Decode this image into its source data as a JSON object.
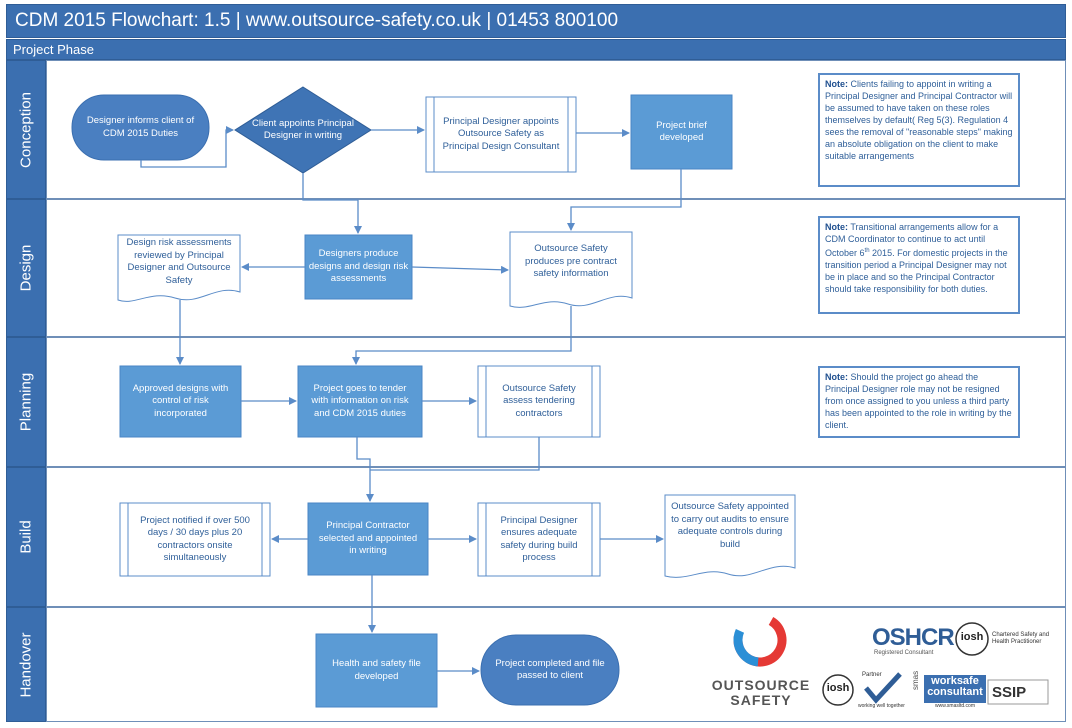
{
  "title": "CDM 2015 Flowchart: 1.5 | www.outsource-safety.co.uk | 01453 800100",
  "phase_header": "Project Phase",
  "lanes": [
    "Conception",
    "Design",
    "Planning",
    "Build",
    "Handover"
  ],
  "nodes": {
    "designer_informs": "Designer informs client of CDM 2015 Duties",
    "client_appoints": "Client appoints Principal Designer in writing",
    "pd_appoints_os": "Principal Designer appoints Outsource Safety as Principal Design Consultant",
    "project_brief": "Project brief developed",
    "design_risk": "Design risk assessments reviewed by Principal Designer and Outsource Safety",
    "designers_produce": "Designers produce designs and design risk assessments",
    "os_pre_contract": "Outsource Safety produces pre contract safety information",
    "approved_designs": "Approved designs with control of risk incorporated",
    "tender": "Project goes to tender with information on risk and CDM 2015 duties",
    "os_assess": "Outsource Safety assess tendering contractors",
    "notified": "Project notified if over 500 days / 30 days plus 20 contractors onsite simultaneously",
    "pc_selected": "Principal Contractor selected and appointed in writing",
    "pd_ensures": "Principal Designer ensures adequate safety during build process",
    "os_audits": "Outsource Safety appointed to carry out audits to ensure adequate controls during build",
    "hs_file": "Health and safety file developed",
    "completed": "Project completed and file passed to client"
  },
  "notes": {
    "conception": {
      "prefix": "Note:",
      "text": " Clients failing to appoint in writing a Principal Designer and Principal Contractor will be assumed to have taken on these roles themselves by default( Reg 5(3). Regulation 4 sees the removal of \"reasonable steps\" making an absolute obligation on the client to make suitable arrangements"
    },
    "design": {
      "prefix": "Note:",
      "text_a": " Transitional arrangements allow for a CDM Coordinator to continue to act until October 6",
      "sup": "th",
      "text_b": " 2015. For domestic projects in the transition period a Principal Designer may not be in place and so the Principal Contractor should take responsibility for both duties."
    },
    "planning": {
      "prefix": "Note:",
      "text": " Should the project go ahead the Principal Designer role may not be resigned from once assigned to you unless a third party has been appointed to the role in writing by the client."
    }
  },
  "logos": {
    "outsource_line1": "OUTSOURCE",
    "outsource_line2": "SAFETY",
    "oshcr": "OSHCR",
    "oshcr_sub": "Registered Consultant",
    "iosh": "iosh",
    "iosh_chartered": "Chartered Safety and Health Practitioner",
    "partner": "Partner",
    "working_well": "working well together",
    "smas": "smas",
    "worksafe1": "worksafe",
    "worksafe2": "consultant",
    "smas_url": "www.smasltd.com",
    "ssip": "SSIP"
  },
  "colors": {
    "header_blue": "#3b6fb0",
    "box_blue": "#5b9bd5",
    "arrow_blue": "#5b8cc8",
    "text_blue": "#2f5f99",
    "logo_red": "#e53935"
  }
}
